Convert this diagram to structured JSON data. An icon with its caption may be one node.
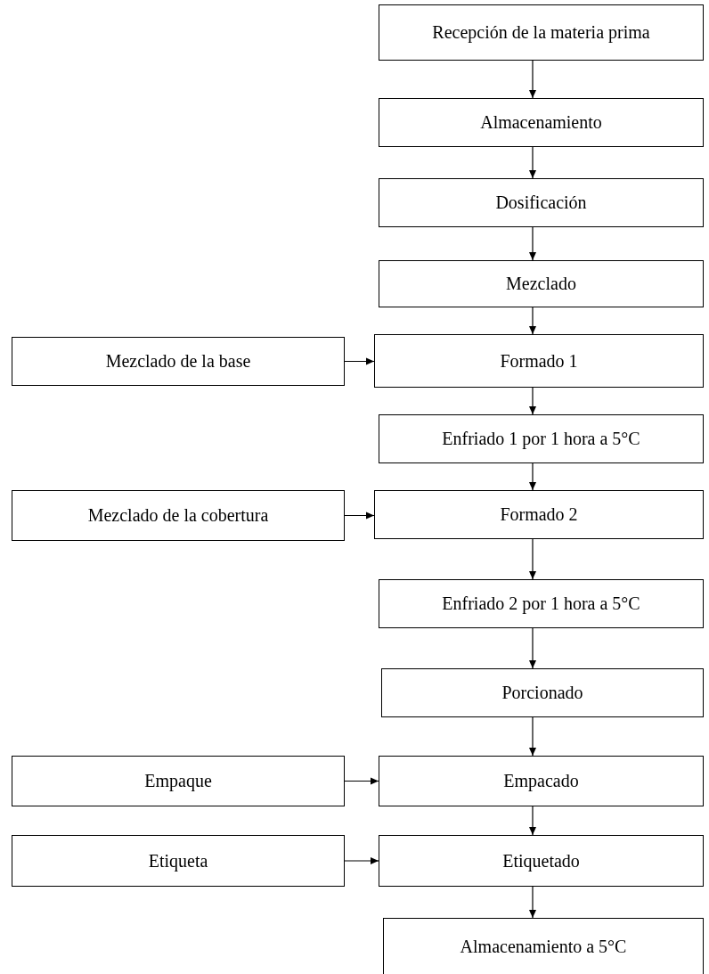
{
  "diagram": {
    "nodes": [
      {
        "text": [
          "Recepción de la materia prima"
        ]
      },
      {
        "text": [
          "Almacenamiento"
        ]
      },
      {
        "text": [
          "Dosificación"
        ]
      },
      {
        "text": [
          "Mezclado"
        ]
      },
      {
        "text": [
          "Mezclado de la base"
        ]
      },
      {
        "text": [
          "Formado 1"
        ]
      },
      {
        "text": [
          "Enfriado 1 por 1 hora a 5°C"
        ]
      },
      {
        "text": [
          "Mezclado de la cobertura"
        ]
      },
      {
        "text": [
          "Formado 2"
        ]
      },
      {
        "text": [
          "Enfriado 2 por 1 hora a 5°C"
        ]
      },
      {
        "text": [
          "Porcionado"
        ]
      },
      {
        "text": [
          "Empaque"
        ]
      },
      {
        "text": [
          "Empacado"
        ]
      },
      {
        "text": [
          "Etiqueta"
        ]
      },
      {
        "text": [
          "Etiquetado"
        ]
      },
      {
        "text": [
          "Almacenamiento a 5°C"
        ]
      }
    ],
    "edges": [
      {
        "from": 0,
        "to": 1,
        "arrow": "to"
      },
      {
        "from": 1,
        "to": 2,
        "arrow": "to"
      },
      {
        "from": 2,
        "to": 3,
        "arrow": "to"
      },
      {
        "from": 3,
        "to": 5,
        "arrow": "to"
      },
      {
        "from": 4,
        "to": 5,
        "arrow": "to"
      },
      {
        "from": 5,
        "to": 6,
        "arrow": "to"
      },
      {
        "from": 6,
        "to": 8,
        "arrow": "to"
      },
      {
        "from": 7,
        "to": 8,
        "arrow": "to"
      },
      {
        "from": 8,
        "to": 9,
        "arrow": "to"
      },
      {
        "from": 9,
        "to": 10,
        "arrow": "to"
      },
      {
        "from": 10,
        "to": 12,
        "arrow": "to"
      },
      {
        "from": 11,
        "to": 12,
        "arrow": "to"
      },
      {
        "from": 12,
        "to": 14,
        "arrow": "to"
      },
      {
        "from": 13,
        "to": 14,
        "arrow": "to"
      },
      {
        "from": 14,
        "to": 15,
        "arrow": "to"
      }
    ]
  }
}
